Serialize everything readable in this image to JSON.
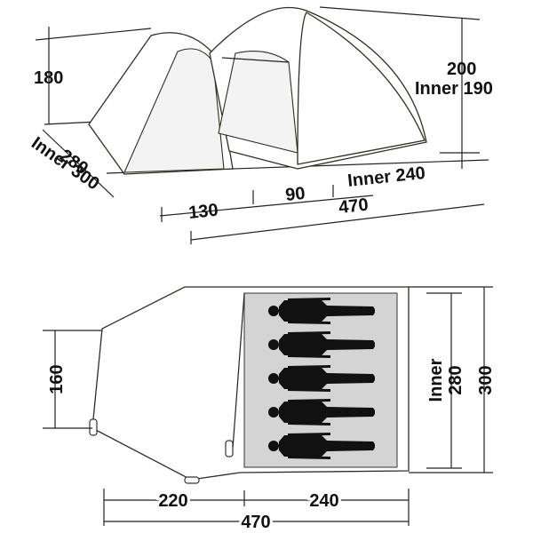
{
  "top_view": {
    "height_front": "180",
    "height_rear": "200",
    "height_rear_inner": "Inner 190",
    "depth": "280",
    "depth_inner": "Inner 300",
    "porch_length": "130",
    "middle_length": "90",
    "inner_length": "Inner 240",
    "total_length": "470"
  },
  "floor_plan": {
    "porch_width": "160",
    "porch_length": "220",
    "inner_length": "240",
    "total_length": "470",
    "inner_width_label": "Inner",
    "inner_width": "280",
    "outer_width": "300",
    "persons": 5
  }
}
